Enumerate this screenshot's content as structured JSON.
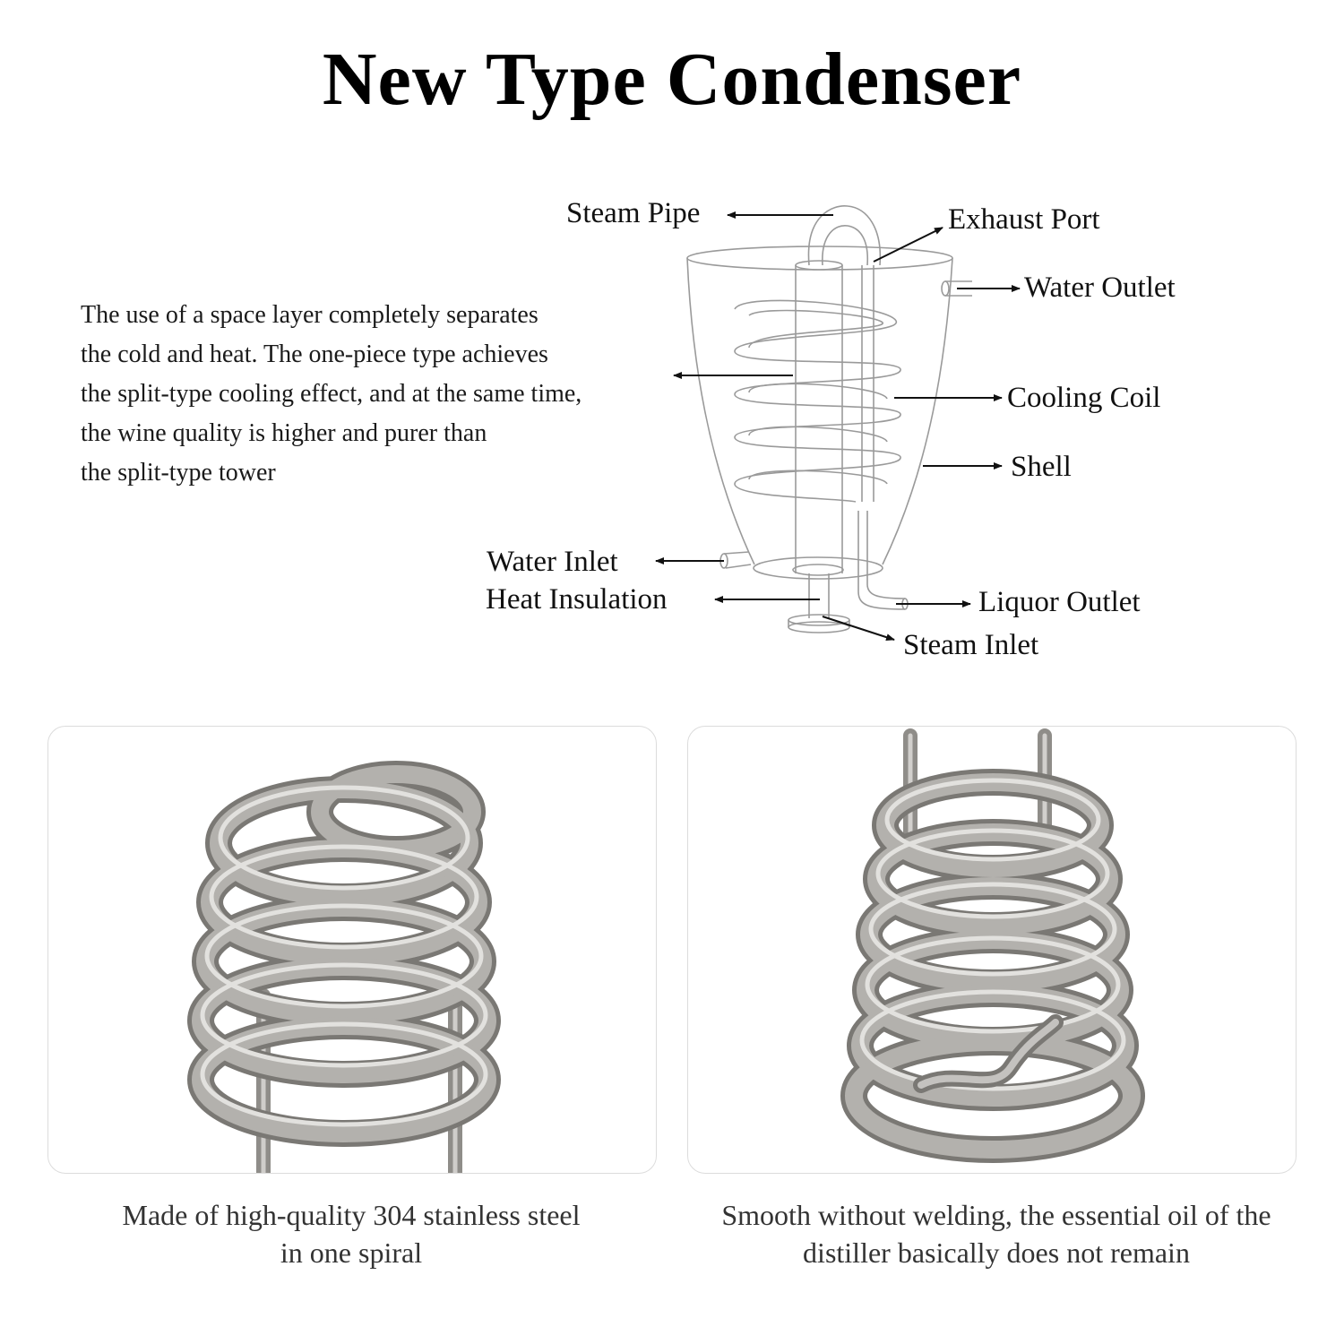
{
  "title": "New Type Condenser",
  "description": {
    "lines": [
      "The use of a space layer completely separates",
      "the cold and heat. The one-piece type achieves",
      "the split-type cooling effect, and at the same time,",
      "the wine quality is higher and purer than",
      "the split-type tower"
    ]
  },
  "labels": {
    "steam_pipe": "Steam Pipe",
    "exhaust_port": "Exhaust Port",
    "water_outlet": "Water Outlet",
    "cooling_coil": "Cooling Coil",
    "shell": "Shell",
    "water_inlet": "Water Inlet",
    "heat_insulation": "Heat Insulation",
    "liquor_outlet": "Liquor Outlet",
    "steam_inlet": "Steam Inlet"
  },
  "captions": {
    "left": [
      "Made of high-quality 304 stainless steel",
      "in one spiral"
    ],
    "right": [
      "Smooth without welding, the essential oil of the",
      "distiller basically does not remain"
    ]
  },
  "colors": {
    "outline": "#9a9a9a",
    "arrow": "#111111",
    "steel": "#a9a7a3",
    "steel_dark": "#6f6d69",
    "steel_light": "#e0dfdc"
  }
}
